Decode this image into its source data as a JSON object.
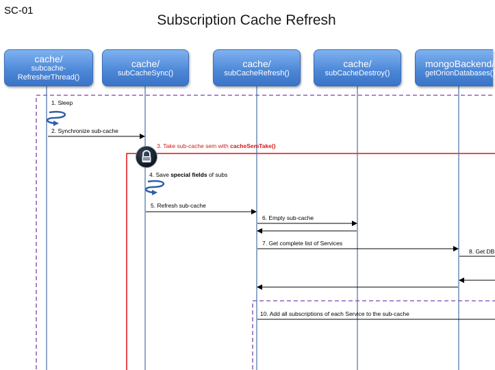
{
  "slide_id": "SC-01",
  "title": "Subscription Cache Refresh",
  "actors": [
    {
      "line1": "cache/",
      "line2": "subcache-",
      "line3": "RefresherThread()"
    },
    {
      "line1": "cache/",
      "line2": "subCacheSync()"
    },
    {
      "line1": "cache/",
      "line2": "subCacheRefresh()"
    },
    {
      "line1": "cache/",
      "line2": "subCacheDestroy()"
    },
    {
      "line1": "mongoBackend/",
      "line2": "getOrionDatabases()"
    }
  ],
  "messages": {
    "m1": "1. Sleep",
    "m2": "2. Synchronize sub-cache",
    "m3_pre": "3. Take sub-cache sem with ",
    "m3_bold": "cacheSemTake()",
    "m4_pre": "4. Save ",
    "m4_bold": "special fields",
    "m4_post": " of subs",
    "m5": "5. Refresh sub-cache",
    "m6": "6. Empty sub-cache",
    "m7": "7. Get complete list of Services",
    "m8": "8. Get DB",
    "m10": "10. Add all subscriptions of each Service to the sub-cache"
  },
  "colors": {
    "frame_dashed": "#7a3fb0",
    "semaphore_frame": "#e02020",
    "lifeline": "#4a6fa5"
  },
  "icons": {
    "lock": "lock-icon",
    "self_call": "self-loop-arrow-icon"
  }
}
